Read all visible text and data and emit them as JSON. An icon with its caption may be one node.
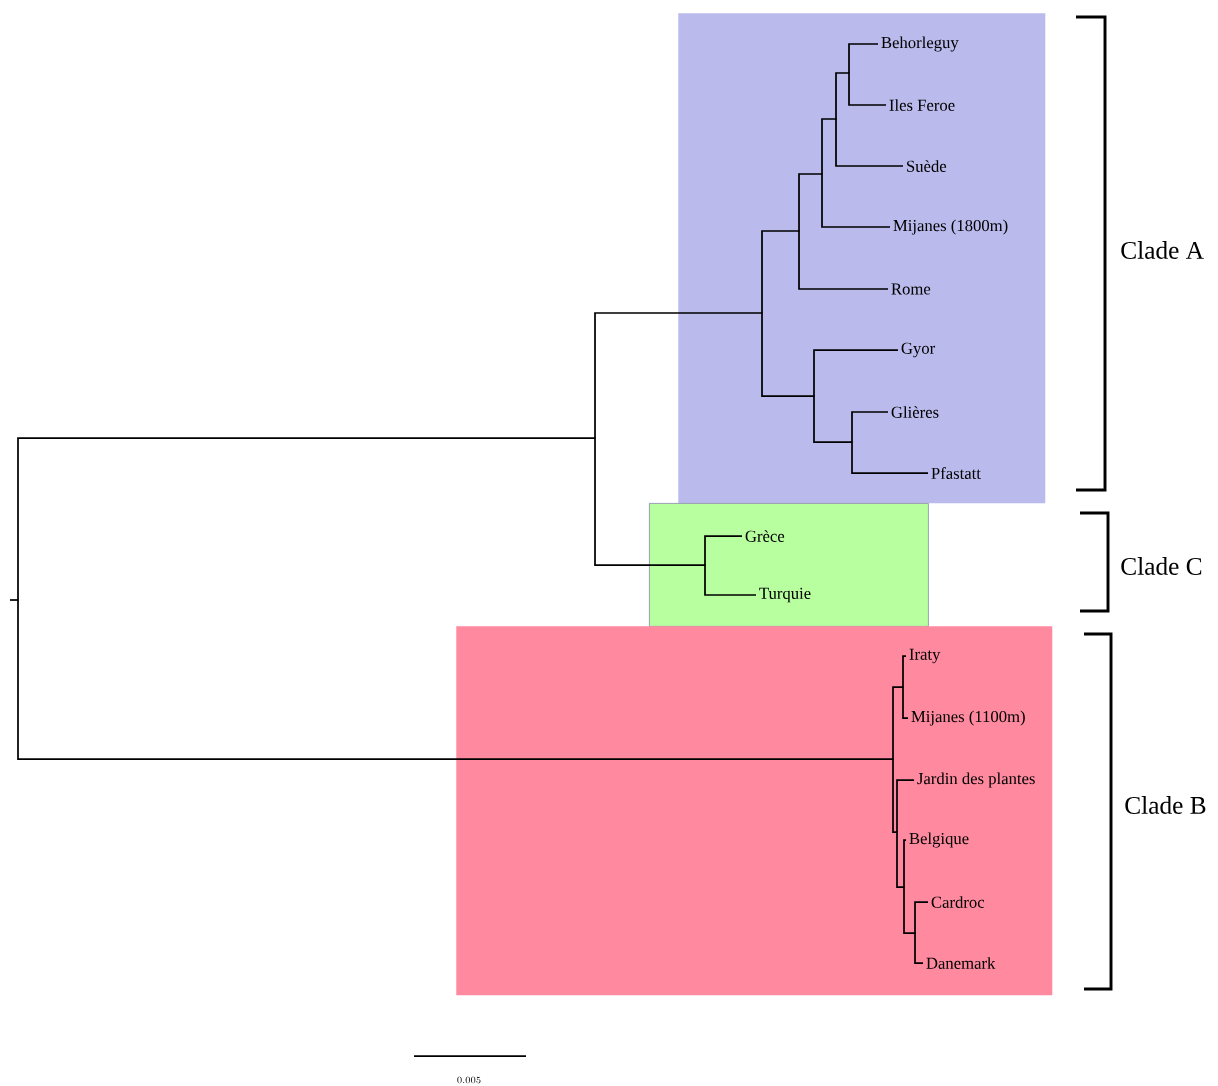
{
  "diagram": {
    "nodes": [
      {
        "text": [],
        "shape": "box"
      },
      {
        "text": [
          "Behorleguy"
        ],
        "in": 0
      },
      {
        "text": [
          "Iles Feroe"
        ],
        "in": 0
      },
      {
        "text": [
          "Suède"
        ],
        "in": 0
      },
      {
        "text": [
          "Mijanes (1800m)"
        ],
        "in": 0
      },
      {
        "text": [
          "Rome"
        ],
        "in": 0
      },
      {
        "text": [
          "Gyor"
        ],
        "in": 0
      },
      {
        "text": [
          "Glières"
        ],
        "in": 0
      },
      {
        "text": [
          "Pfastatt"
        ],
        "in": 0
      },
      {
        "text": [],
        "shape": "box"
      },
      {
        "text": [
          "Grèce"
        ],
        "in": 9
      },
      {
        "text": [
          "Turquie"
        ],
        "in": 9
      },
      {
        "text": [],
        "shape": "box"
      },
      {
        "text": [
          "Iraty"
        ],
        "in": 12
      },
      {
        "text": [
          "Mijanes (1100m)"
        ],
        "in": 12
      },
      {
        "text": [
          "Jardin des plantes"
        ],
        "in": 12
      },
      {
        "text": [
          "Belgique"
        ],
        "in": 12
      },
      {
        "text": [
          "Cardroc"
        ],
        "in": 12
      },
      {
        "text": [
          "Danemark"
        ],
        "in": 12
      },
      {
        "text": [],
        "shape": "point"
      },
      {
        "text": [],
        "shape": "point"
      },
      {
        "text": [],
        "shape": "point",
        "in": 0
      },
      {
        "text": [],
        "shape": "point",
        "in": 0
      },
      {
        "text": [],
        "shape": "point",
        "in": 0
      },
      {
        "text": [],
        "shape": "point",
        "in": 0
      },
      {
        "text": [],
        "shape": "point",
        "in": 0
      },
      {
        "text": [],
        "shape": "point",
        "in": 0
      },
      {
        "text": [],
        "shape": "point",
        "in": 0
      },
      {
        "text": [],
        "shape": "point",
        "in": 9
      },
      {
        "text": [],
        "shape": "point",
        "in": 12
      },
      {
        "text": [],
        "shape": "point",
        "in": 12
      },
      {
        "text": [],
        "shape": "point",
        "in": 12
      },
      {
        "text": [],
        "shape": "point",
        "in": 12
      },
      {
        "text": [],
        "shape": "point",
        "in": 12
      }
    ],
    "edges": [
      {
        "from": 19,
        "to": 20,
        "arrow": "none"
      },
      {
        "from": 19,
        "to": 29,
        "arrow": "none"
      },
      {
        "from": 20,
        "to": 21,
        "arrow": "none"
      },
      {
        "from": 20,
        "to": 28,
        "arrow": "none"
      },
      {
        "from": 21,
        "to": 22,
        "arrow": "none"
      },
      {
        "from": 21,
        "to": 26,
        "arrow": "none"
      },
      {
        "from": 22,
        "to": 23,
        "arrow": "none"
      },
      {
        "from": 22,
        "to": 5,
        "arrow": "none"
      },
      {
        "from": 23,
        "to": 24,
        "arrow": "none"
      },
      {
        "from": 23,
        "to": 4,
        "arrow": "none"
      },
      {
        "from": 24,
        "to": 25,
        "arrow": "none"
      },
      {
        "from": 24,
        "to": 3,
        "arrow": "none"
      },
      {
        "from": 25,
        "to": 1,
        "arrow": "none"
      },
      {
        "from": 25,
        "to": 2,
        "arrow": "none"
      },
      {
        "from": 26,
        "to": 6,
        "arrow": "none"
      },
      {
        "from": 26,
        "to": 27,
        "arrow": "none"
      },
      {
        "from": 27,
        "to": 7,
        "arrow": "none"
      },
      {
        "from": 27,
        "to": 8,
        "arrow": "none"
      },
      {
        "from": 28,
        "to": 10,
        "arrow": "none"
      },
      {
        "from": 28,
        "to": 11,
        "arrow": "none"
      },
      {
        "from": 29,
        "to": 30,
        "arrow": "none"
      },
      {
        "from": 29,
        "to": 31,
        "arrow": "none"
      },
      {
        "from": 30,
        "to": 13,
        "arrow": "none"
      },
      {
        "from": 30,
        "to": 14,
        "arrow": "none"
      },
      {
        "from": 31,
        "to": 15,
        "arrow": "none"
      },
      {
        "from": 31,
        "to": 32,
        "arrow": "none"
      },
      {
        "from": 32,
        "to": 16,
        "arrow": "none"
      },
      {
        "from": 32,
        "to": 33,
        "arrow": "none"
      },
      {
        "from": 33,
        "to": 17,
        "arrow": "none"
      },
      {
        "from": 33,
        "to": 18,
        "arrow": "none"
      }
    ],
    "labels": [
      "Clade A",
      "Clade C",
      "Clade B",
      "0.005"
    ]
  }
}
